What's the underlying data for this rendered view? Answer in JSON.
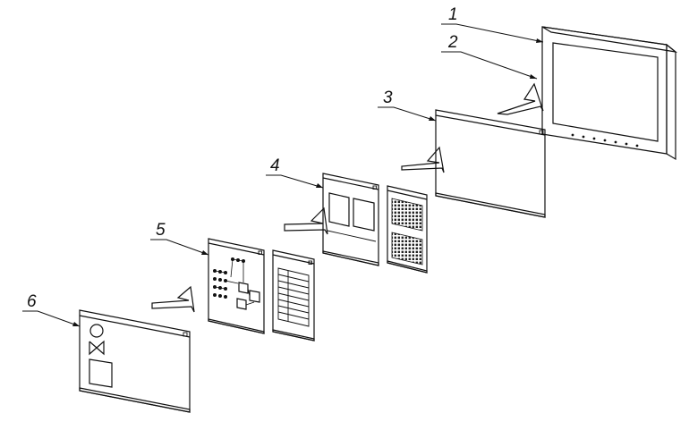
{
  "diagram": {
    "callouts": [
      {
        "id": "1",
        "label": "1"
      },
      {
        "id": "2",
        "label": "2"
      },
      {
        "id": "3",
        "label": "3"
      },
      {
        "id": "4",
        "label": "4"
      },
      {
        "id": "5",
        "label": "5"
      },
      {
        "id": "6",
        "label": "6"
      }
    ],
    "colors": {
      "stroke": "#111111",
      "panel_fill": "#ffffff",
      "frame_fill": "#f4f4f4",
      "dot": "#333333"
    },
    "icons": [
      "monitor-icon",
      "window-icon",
      "arrow-icon",
      "close-icon"
    ]
  }
}
